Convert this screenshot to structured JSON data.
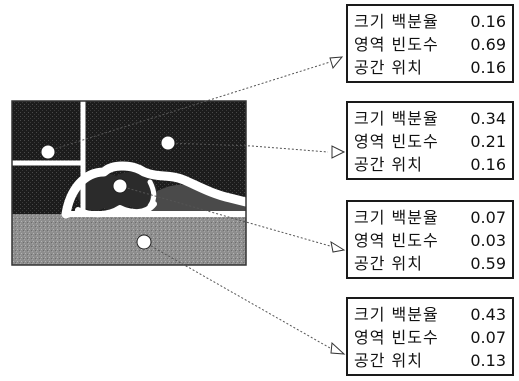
{
  "figure": {
    "regions": [
      {
        "features": [
          {
            "label": "크기 백분율",
            "value": "0.16"
          },
          {
            "label": "영역 빈도수",
            "value": "0.69"
          },
          {
            "label": "공간 위치",
            "value": "0.16"
          }
        ]
      },
      {
        "features": [
          {
            "label": "크기 백분율",
            "value": "0.34"
          },
          {
            "label": "영역 빈도수",
            "value": "0.21"
          },
          {
            "label": "공간 위치",
            "value": "0.16"
          }
        ]
      },
      {
        "features": [
          {
            "label": "크기 백분율",
            "value": "0.07"
          },
          {
            "label": "영역 빈도수",
            "value": "0.03"
          },
          {
            "label": "공간 위치",
            "value": "0.59"
          }
        ]
      },
      {
        "features": [
          {
            "label": "크기 백분율",
            "value": "0.43"
          },
          {
            "label": "영역 빈도수",
            "value": "0.07"
          },
          {
            "label": "공간 위치",
            "value": "0.13"
          }
        ]
      }
    ]
  }
}
